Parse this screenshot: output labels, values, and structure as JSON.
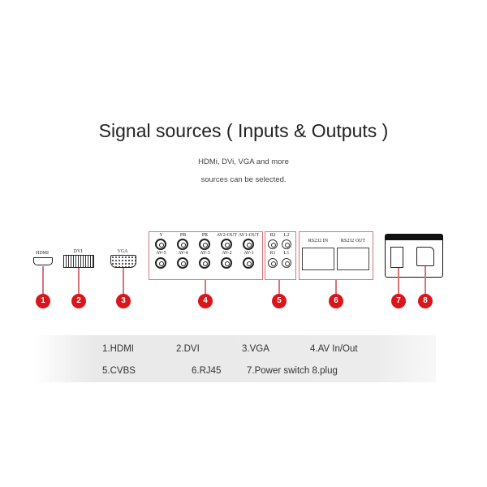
{
  "title": "Signal sources ( Inputs & Outputs )",
  "subtitle": [
    "HDMi, DVi, VGA and more",
    "sources can be selected."
  ],
  "ports": {
    "hdmi": "HDMI",
    "dvi": "DVI",
    "vga": "VGA",
    "av_top": [
      "Y",
      "PB",
      "PR",
      "AV2-OUT",
      "AV1-OUT"
    ],
    "av_bottom": [
      "AV-5",
      "AV-4",
      "AV-3",
      "AV-2",
      "AV-1"
    ],
    "cvbs": [
      "R2",
      "L2",
      "R1",
      "L1"
    ],
    "rs232": [
      "RS232 IN",
      "RS232 OUT"
    ]
  },
  "numbers": [
    "1",
    "2",
    "3",
    "4",
    "5",
    "6",
    "7",
    "8"
  ],
  "legend": [
    "1.HDMI",
    "2.DVI",
    "3.VGA",
    "4.AV In/Out",
    "5.CVBS",
    "6.RJ45",
    "7.Power switch 8.plug"
  ],
  "colors": {
    "accent": "#d9161c",
    "box": "#d9737a"
  }
}
